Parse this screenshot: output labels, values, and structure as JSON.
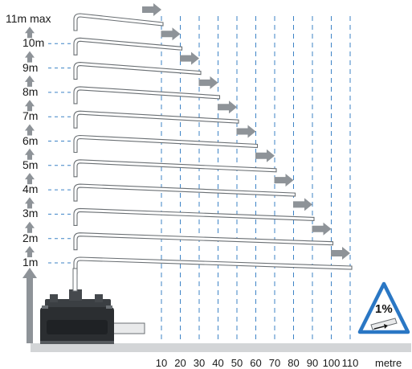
{
  "diagram": {
    "height_labels": [
      "11m max",
      "10m",
      "9m",
      "8m",
      "7m",
      "6m",
      "5m",
      "4m",
      "3m",
      "2m",
      "1m"
    ],
    "distance_labels": [
      "10",
      "20",
      "30",
      "40",
      "50",
      "60",
      "70",
      "80",
      "90",
      "100",
      "110"
    ],
    "distance_unit": "metre",
    "slope_label": "1%",
    "colors": {
      "pipe_stroke": "#6a6f73",
      "arrow": "#8e9398",
      "dash": "#3d83c6",
      "ground": "#d3d5d7",
      "triangle": "#2a77c4",
      "pump_body": "#2b2e31"
    }
  }
}
